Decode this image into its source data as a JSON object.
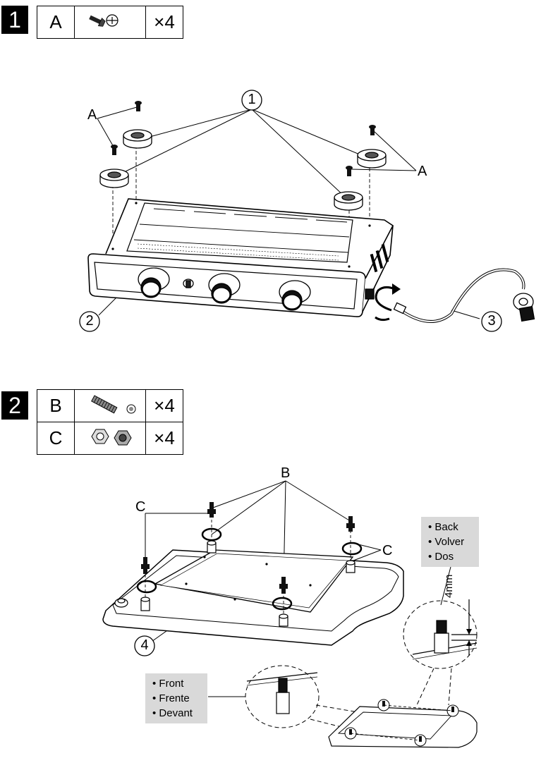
{
  "step1": {
    "number": "1",
    "parts": [
      {
        "letter": "A",
        "qty": "×4"
      }
    ],
    "callouts": {
      "part": "A",
      "feet": "1",
      "base": "2",
      "hose": "3"
    }
  },
  "step2": {
    "number": "2",
    "parts": [
      {
        "letter": "B",
        "qty": "×4"
      },
      {
        "letter": "C",
        "qty": "×4"
      }
    ],
    "callouts": {
      "bolt": "B",
      "nut": "C",
      "plate": "4"
    },
    "dimension": "4mm",
    "notes": {
      "back": [
        "Back",
        "Volver",
        "Dos"
      ],
      "front": [
        "Front",
        "Frente",
        "Devant"
      ]
    }
  }
}
